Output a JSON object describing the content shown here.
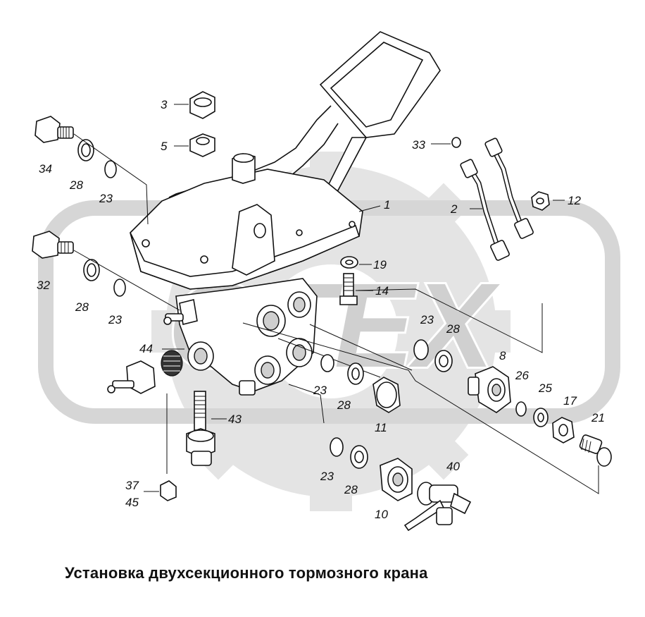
{
  "caption": "Установка двухсекционного тормозного крана",
  "watermark": {
    "text": "OTEX",
    "color": "#d0d0d0"
  },
  "labels": {
    "l1": "1",
    "l2": "2",
    "l3": "3",
    "l5": "5",
    "l8": "8",
    "l10": "10",
    "l11": "11",
    "l12": "12",
    "l14": "14",
    "l17": "17",
    "l19": "19",
    "l21": "21",
    "l23a": "23",
    "l23b": "23",
    "l23c": "23",
    "l23d": "23",
    "l23e": "23",
    "l25": "25",
    "l26": "26",
    "l28a": "28",
    "l28b": "28",
    "l28c": "28",
    "l28d": "28",
    "l28e": "28",
    "l32": "32",
    "l33": "33",
    "l34": "34",
    "l37": "37",
    "l40": "40",
    "l43": "43",
    "l44": "44",
    "l45": "45"
  }
}
